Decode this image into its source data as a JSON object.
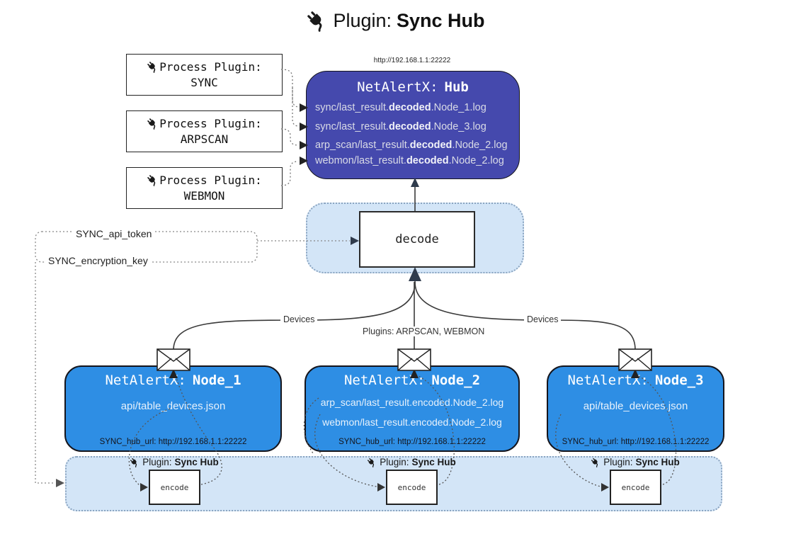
{
  "title": {
    "prefix": "Plugin:",
    "name": "Sync Hub"
  },
  "hub": {
    "url": "http://192.168.1.1:22222",
    "title_prefix": "NetAlertX:",
    "title_name": "Hub",
    "logs": [
      {
        "pre": "sync/last_result.",
        "bold": "decoded",
        "post": ".Node_1.log"
      },
      {
        "pre": "sync/last_result.",
        "bold": "decoded",
        "post": ".Node_3.log"
      },
      {
        "pre": "arp_scan/last_result.",
        "bold": "decoded",
        "post": ".Node_2.log"
      },
      {
        "pre": "webmon/last_result.",
        "bold": "decoded",
        "post": ".Node_2.log"
      }
    ]
  },
  "process_plugins": [
    {
      "label": "Process Plugin:",
      "name": "SYNC"
    },
    {
      "label": "Process Plugin:",
      "name": "ARPSCAN"
    },
    {
      "label": "Process Plugin:",
      "name": "WEBMON"
    }
  ],
  "decode": {
    "label": "decode"
  },
  "secrets": {
    "api_token": "SYNC_api_token",
    "encryption_key": "SYNC_encryption_key"
  },
  "edges": {
    "devices_left": "Devices",
    "devices_right": "Devices",
    "plugins_center": "Plugins: ARPSCAN, WEBMON"
  },
  "nodes": [
    {
      "title_prefix": "NetAlertX:",
      "title_name": "Node_1",
      "files": [
        "api/table_devices.json"
      ],
      "hub_url": "SYNC_hub_url: http://192.168.1.1:22222"
    },
    {
      "title_prefix": "NetAlertX:",
      "title_name": "Node_2",
      "files": [
        "arp_scan/last_result.encoded.Node_2.log",
        "webmon/last_result.encoded.Node_2.log"
      ],
      "hub_url": "SYNC_hub_url: http://192.168.1.1:22222"
    },
    {
      "title_prefix": "NetAlertX:",
      "title_name": "Node_3",
      "files": [
        "api/table_devices.json"
      ],
      "hub_url": "SYNC_hub_url: http://192.168.1.1:22222"
    }
  ],
  "encoders": [
    {
      "plugin_prefix": "Plugin:",
      "plugin_name": "Sync Hub",
      "label": "encode"
    },
    {
      "plugin_prefix": "Plugin:",
      "plugin_name": "Sync Hub",
      "label": "encode"
    },
    {
      "plugin_prefix": "Plugin:",
      "plugin_name": "Sync Hub",
      "label": "encode"
    }
  ],
  "colors": {
    "hub": "#4549ad",
    "node": "#2e8ee4",
    "panel": "#d3e5f7",
    "ink": "#1a1a1a"
  }
}
